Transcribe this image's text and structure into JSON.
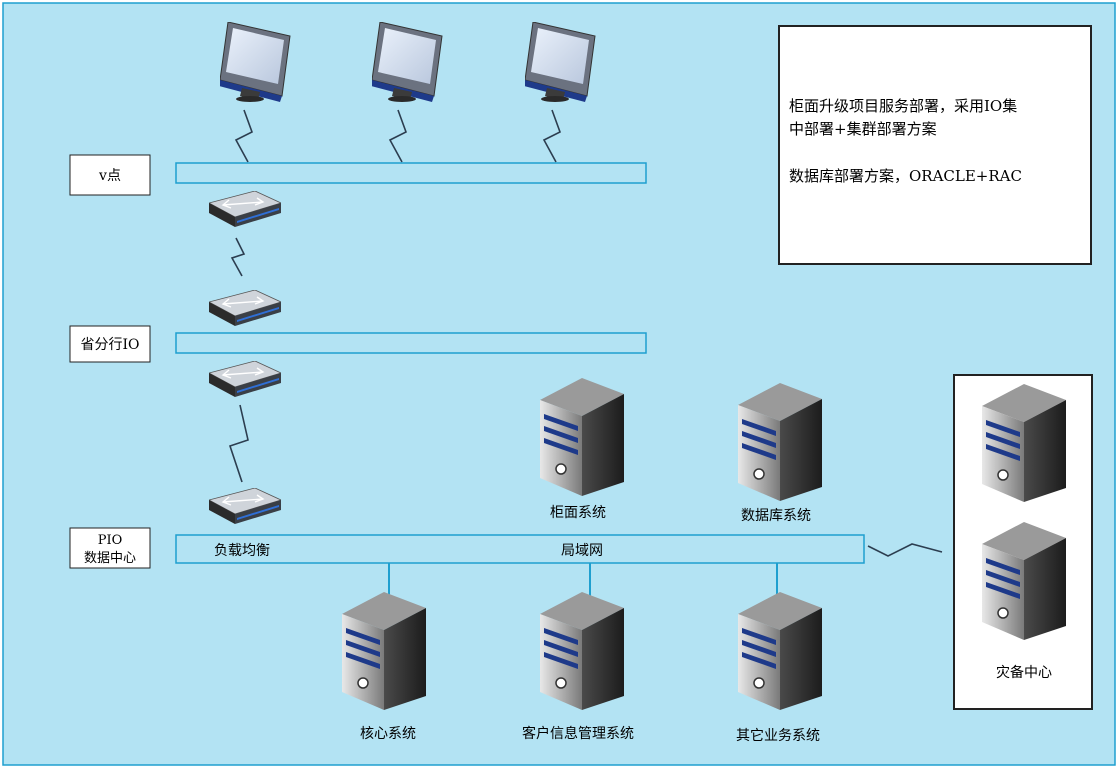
{
  "colors": {
    "background": "#b3e3f3",
    "bus_stroke": "#1e9fcf",
    "frame_stroke": "#1e9fcf",
    "line_stroke": "#1e9fcf",
    "zigzag_stroke": "#2c3e50"
  },
  "labels": {
    "level_v": "v点",
    "level_province": "省分行IO",
    "level_pio_line1": "PIO",
    "level_pio_line2": "数据中心",
    "lan_left": "负载均衡",
    "lan_center": "局域网",
    "server_counter": "柜面系统",
    "server_database": "数据库系统",
    "server_core": "核心系统",
    "server_crm": "客户信息管理系统",
    "server_other": "其它业务系统",
    "disaster_center": "灾备中心"
  },
  "note": {
    "line1": "柜面升级项目服务部署，采用IO集",
    "line2": "中部署+集群部署方案",
    "line3": "数据库部署方案，ORACLE+RAC"
  },
  "icons": {
    "monitor": "monitor-icon",
    "switch": "network-switch-icon",
    "server": "server-tower-icon",
    "link": "lightning-link-icon"
  }
}
